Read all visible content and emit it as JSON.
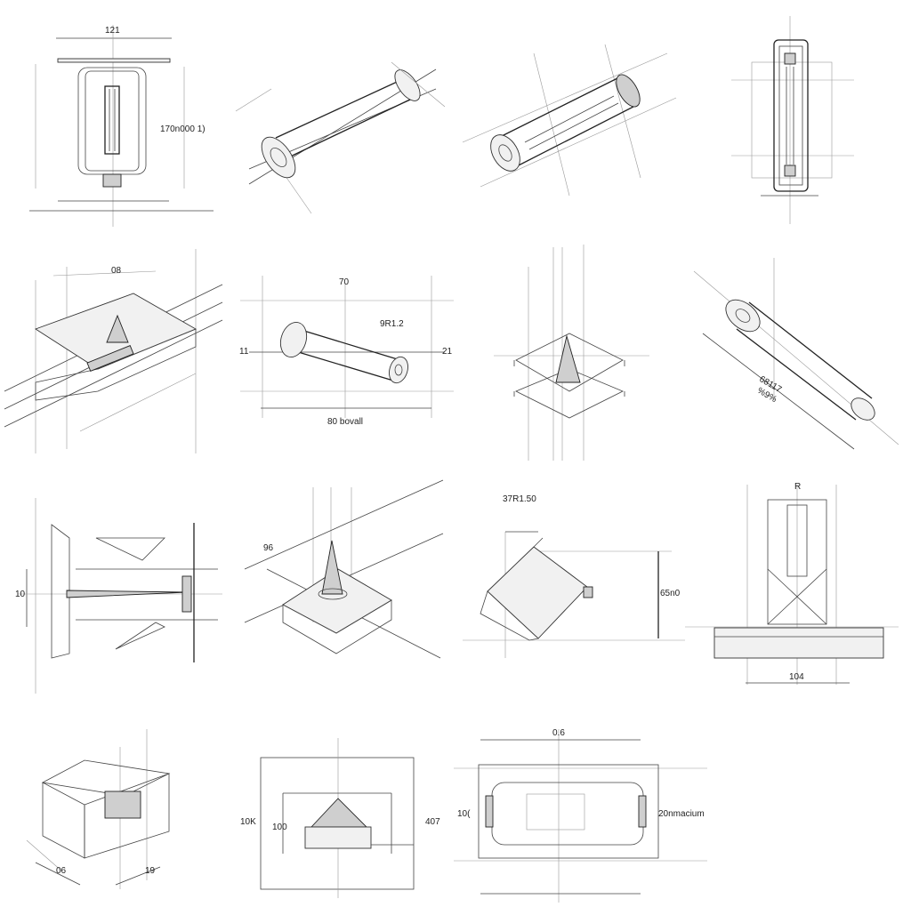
{
  "sheet": {
    "panels": [
      {
        "id": "p1",
        "labels": [
          "121",
          "170n000 1)"
        ]
      },
      {
        "id": "p2",
        "labels": []
      },
      {
        "id": "p3",
        "labels": []
      },
      {
        "id": "p4",
        "labels": []
      },
      {
        "id": "p5",
        "labels": [
          "08"
        ]
      },
      {
        "id": "p6",
        "labels": [
          "70",
          "9R1.2",
          "11",
          "21",
          "80 bovall"
        ]
      },
      {
        "id": "p7",
        "labels": []
      },
      {
        "id": "p8",
        "labels": [
          "68117",
          "%9%"
        ]
      },
      {
        "id": "p9",
        "labels": [
          "10"
        ]
      },
      {
        "id": "p10",
        "labels": [
          "96"
        ]
      },
      {
        "id": "p11",
        "labels": [
          "37R1.50",
          "65n0"
        ]
      },
      {
        "id": "p12",
        "labels": [
          "R",
          "104"
        ]
      },
      {
        "id": "p13",
        "labels": [
          "06",
          "19"
        ]
      },
      {
        "id": "p14",
        "labels": [
          "10K",
          "100",
          "407"
        ]
      },
      {
        "id": "p15",
        "labels": [
          "0.6",
          "10(",
          "20nmacium"
        ]
      }
    ]
  }
}
